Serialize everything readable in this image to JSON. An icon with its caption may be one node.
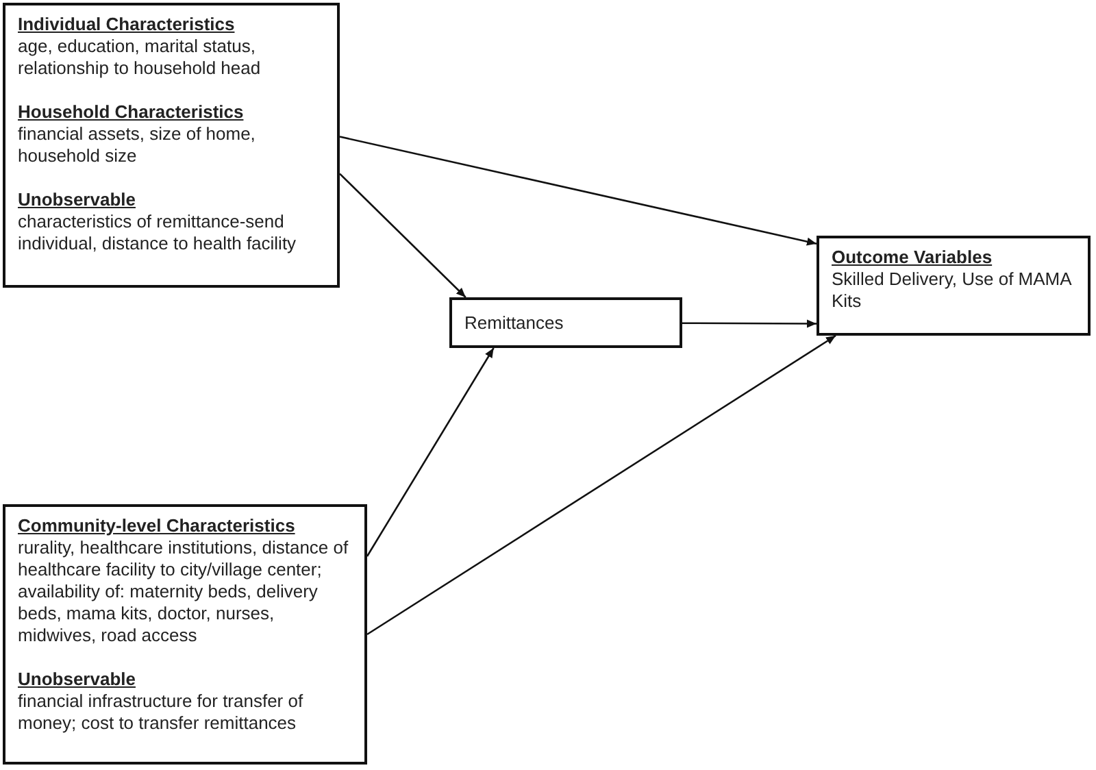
{
  "diagram": {
    "nodes": [
      {
        "text": [
          "Individual Characteristics",
          "age, education, marital status, relationship to household head",
          "Household Characteristics",
          "financial assets, size of home, household size",
          "Unobservable",
          "characteristics of remittance-send individual, distance to health facility"
        ]
      },
      {
        "text": [
          "Remittances"
        ]
      },
      {
        "text": [
          "Outcome Variables",
          "Skilled Delivery, Use of MAMA Kits"
        ]
      },
      {
        "text": [
          "Community-level Characteristics",
          "rurality, healthcare institutions, distance of healthcare facility to city/village center; availability of: maternity beds, delivery beds, mama kits, doctor, nurses, midwives, road access",
          "Unobservable",
          "financial infrastructure for transfer of money; cost to transfer remittances"
        ]
      }
    ],
    "edges": [
      {
        "from": 0,
        "to": 2,
        "arrow": "to"
      },
      {
        "from": 0,
        "to": 1,
        "arrow": "to"
      },
      {
        "from": 1,
        "to": 2,
        "arrow": "to"
      },
      {
        "from": 3,
        "to": 1,
        "arrow": "to"
      },
      {
        "from": 3,
        "to": 2,
        "arrow": "to"
      }
    ]
  }
}
